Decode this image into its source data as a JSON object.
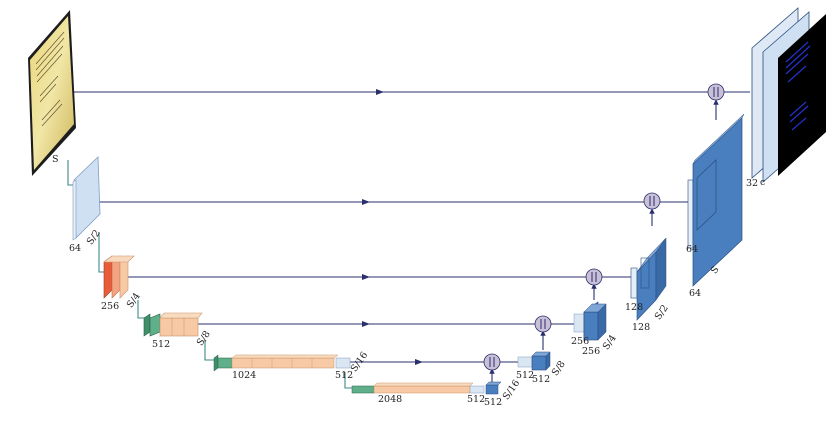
{
  "labels": {
    "input_scale": "S",
    "enc1_ch": "64",
    "enc1_scale": "S/2",
    "enc2_ch": "256",
    "enc2_scale": "S/4",
    "enc3_ch": "512",
    "enc3_scale": "S/8",
    "enc4_ch": "1024",
    "enc4_out_ch": "512",
    "enc4_scale": "S/16",
    "bott_ch": "2048",
    "bott_out_ch": "512",
    "bott_up_ch": "512",
    "bott_scale": "S/16",
    "dec4_a": "512",
    "dec4_b": "512",
    "dec4_scale": "S/8",
    "dec3_a": "256",
    "dec3_b": "256",
    "dec3_scale": "S/4",
    "dec2_a": "128",
    "dec2_b": "128",
    "dec2_scale": "S/2",
    "dec1_a": "64",
    "dec1_b": "64",
    "dec1_scale": "S",
    "out_a": "32",
    "out_b": "c"
  },
  "colors": {
    "connection": "#2a2f6e",
    "concat_node": "#c9bfd6",
    "block_fill": "#4a7fbf",
    "block_edge": "#2a4d80",
    "light_fill": "#cfe0f2",
    "conv_red": "#e85c3a",
    "conv_orange": "#f7c9a4",
    "conv_green": "#5fb08a",
    "output_black": "#000000",
    "output_line": "#2233cc"
  },
  "icons": [
    "concat-icon",
    "arrow-icon"
  ]
}
